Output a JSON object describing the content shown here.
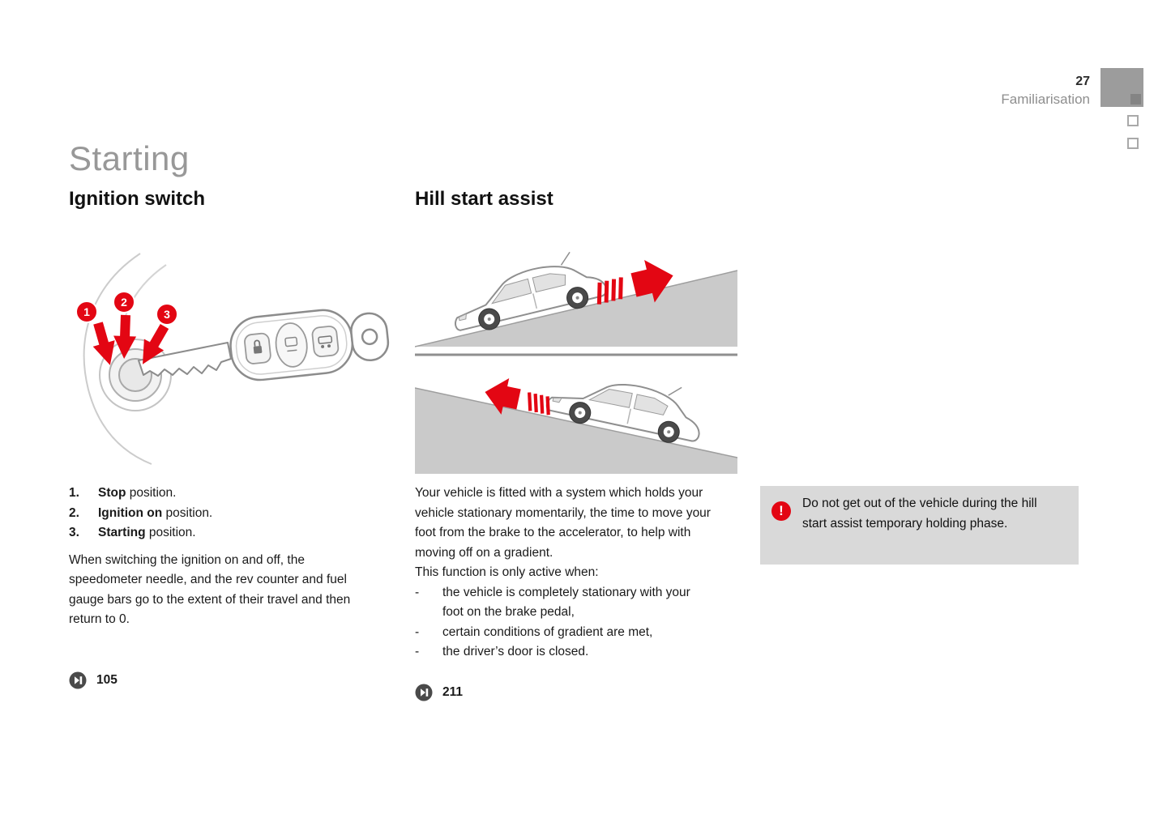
{
  "colors": {
    "accent_red": "#e30613",
    "slope_gray": "#cacaca",
    "warning_box_gray": "#d9d9d9",
    "title_gray": "#989898"
  },
  "header": {
    "page_number": "27",
    "section": "Familiarisation"
  },
  "title": "Starting",
  "ignition": {
    "heading": "Ignition switch",
    "callouts": [
      "1",
      "2",
      "3"
    ],
    "list": [
      {
        "num": "1.",
        "bold": "Stop",
        "rest": " position."
      },
      {
        "num": "2.",
        "bold": "Ignition on",
        "rest": " position."
      },
      {
        "num": "3.",
        "bold": "Starting",
        "rest": " position."
      }
    ],
    "paragraph": "When switching the ignition on and off, the speedometer needle, and the rev counter and fuel gauge bars go to the extent of their travel and then return to 0.",
    "ref": "105"
  },
  "hill_start": {
    "heading": "Hill start assist",
    "paragraph": "Your vehicle is fitted with a system which holds your vehicle stationary momentarily, the time to move your foot from the brake to the accelerator, to help with moving off on a gradient.",
    "active_when": "This function is only active when:",
    "dash": "-",
    "bullets": [
      "the vehicle is completely stationary with your foot on the brake pedal,",
      "certain conditions of gradient are met,",
      "the driver’s door is closed."
    ],
    "ref": "211"
  },
  "warning": {
    "glyph": "!",
    "text": "Do not get out of the vehicle during the hill start assist temporary holding phase."
  }
}
